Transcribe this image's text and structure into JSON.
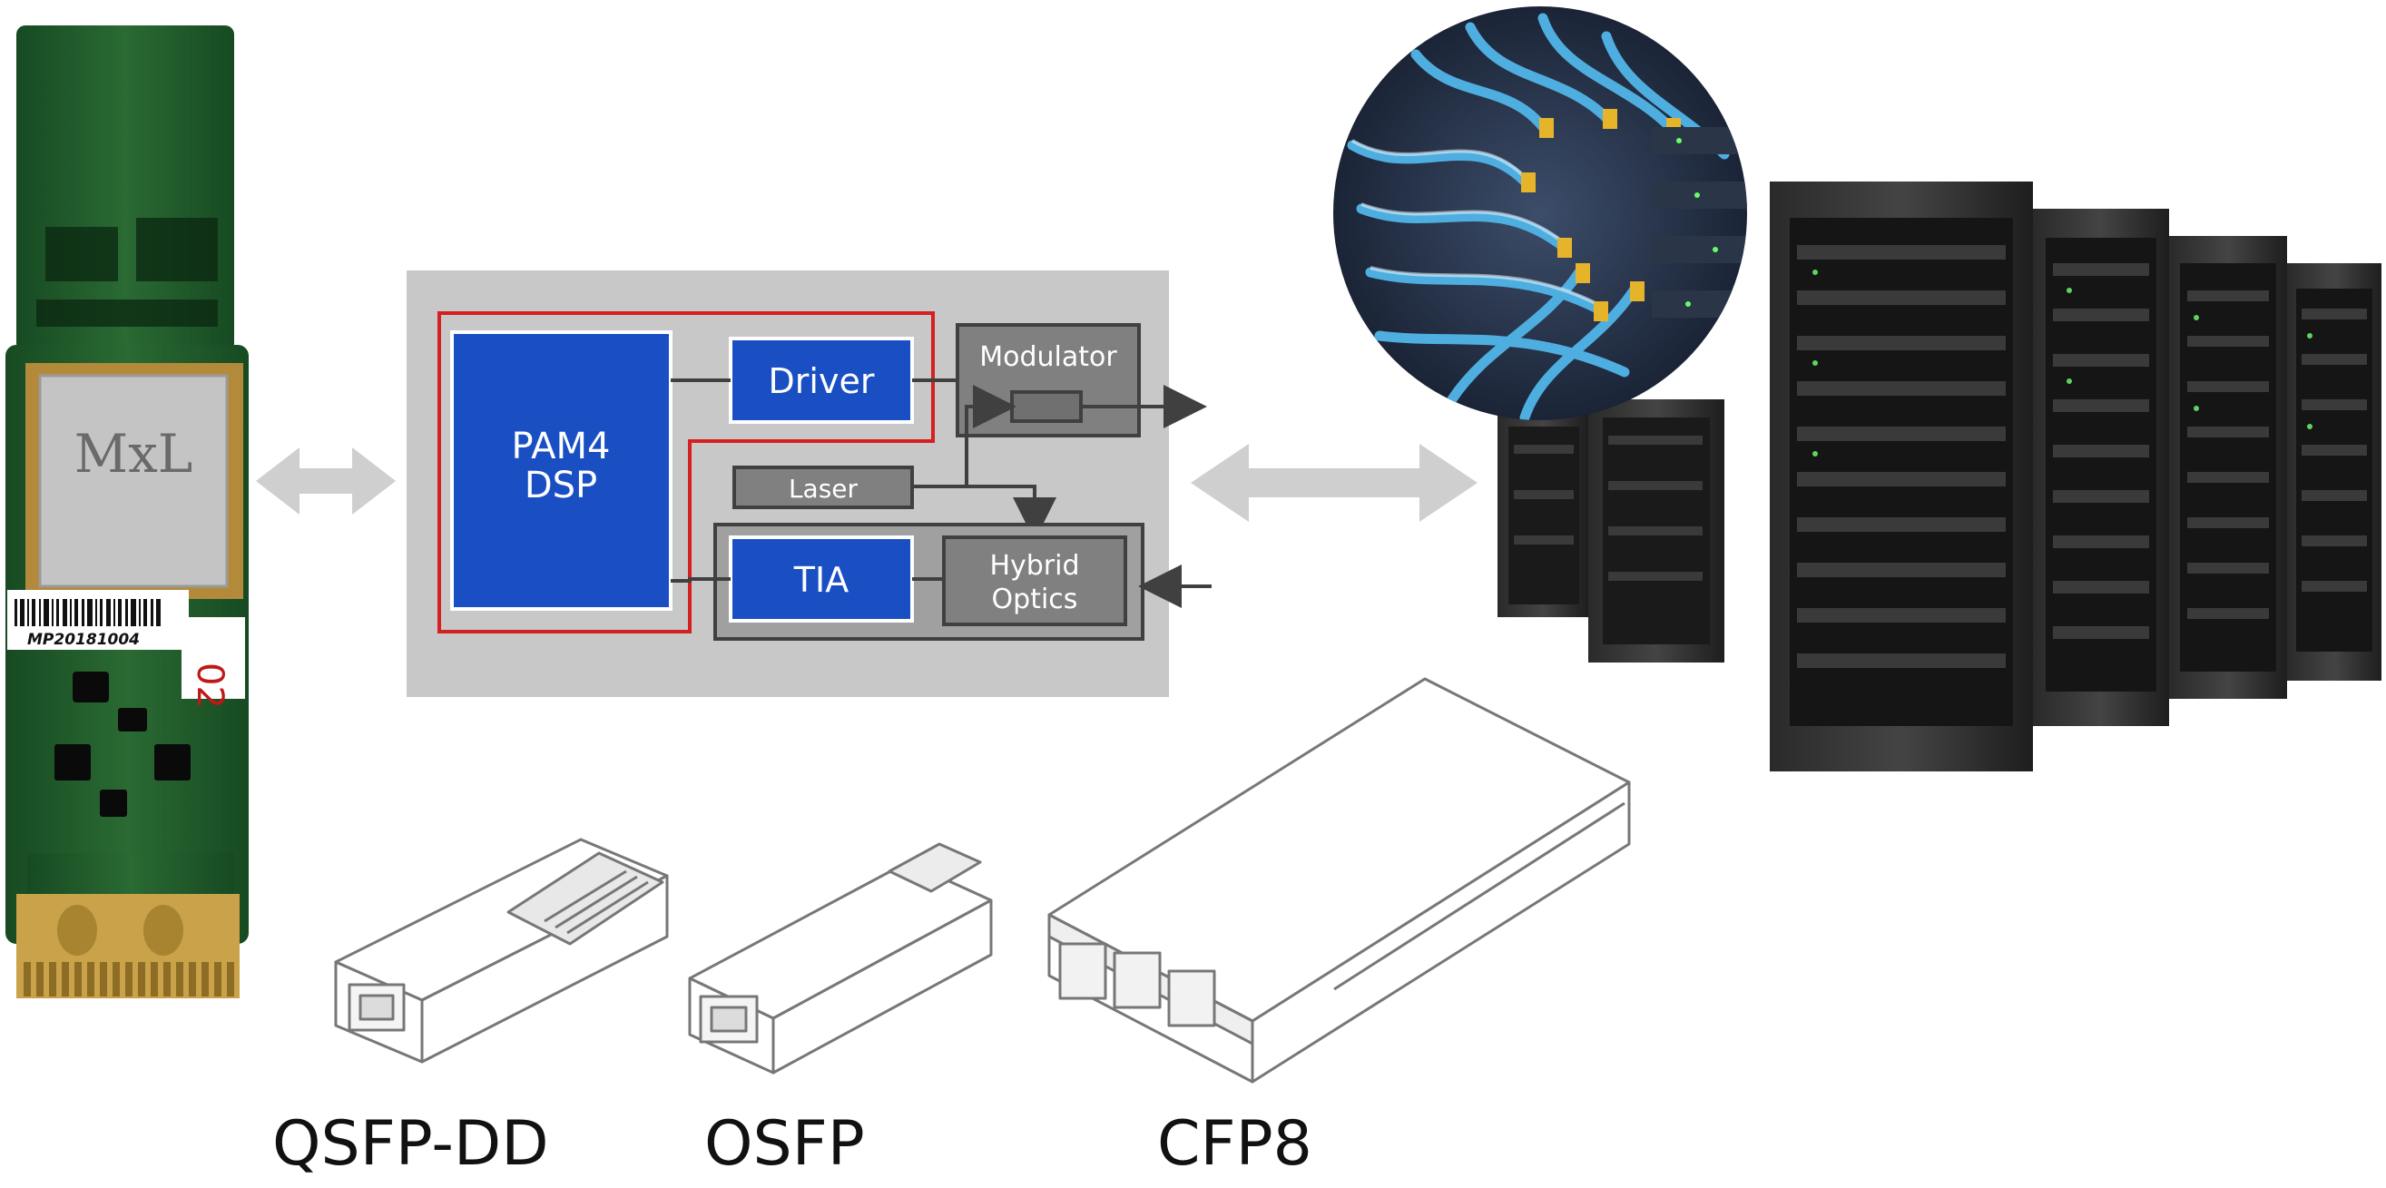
{
  "board": {
    "chip_logo": "MxL",
    "serial": "MP20181004",
    "sticker": "02"
  },
  "block_diagram": {
    "dsp_line1": "PAM4",
    "dsp_line2": "DSP",
    "driver": "Driver",
    "modulator": "Modulator",
    "laser": "Laser",
    "tia": "TIA",
    "hybrid_line1": "Hybrid",
    "hybrid_line2": "Optics"
  },
  "form_factors": [
    {
      "label": "QSFP-DD"
    },
    {
      "label": "OSFP"
    },
    {
      "label": "CFP8"
    }
  ],
  "colors": {
    "dsp_blue": "#1a4fc4",
    "panel_gray": "#c8c8c8",
    "box_gray": "#808080",
    "highlight_red": "#d42020",
    "pcb_green": "#1f5a2a",
    "arrow_gray": "#cfcfcf"
  }
}
